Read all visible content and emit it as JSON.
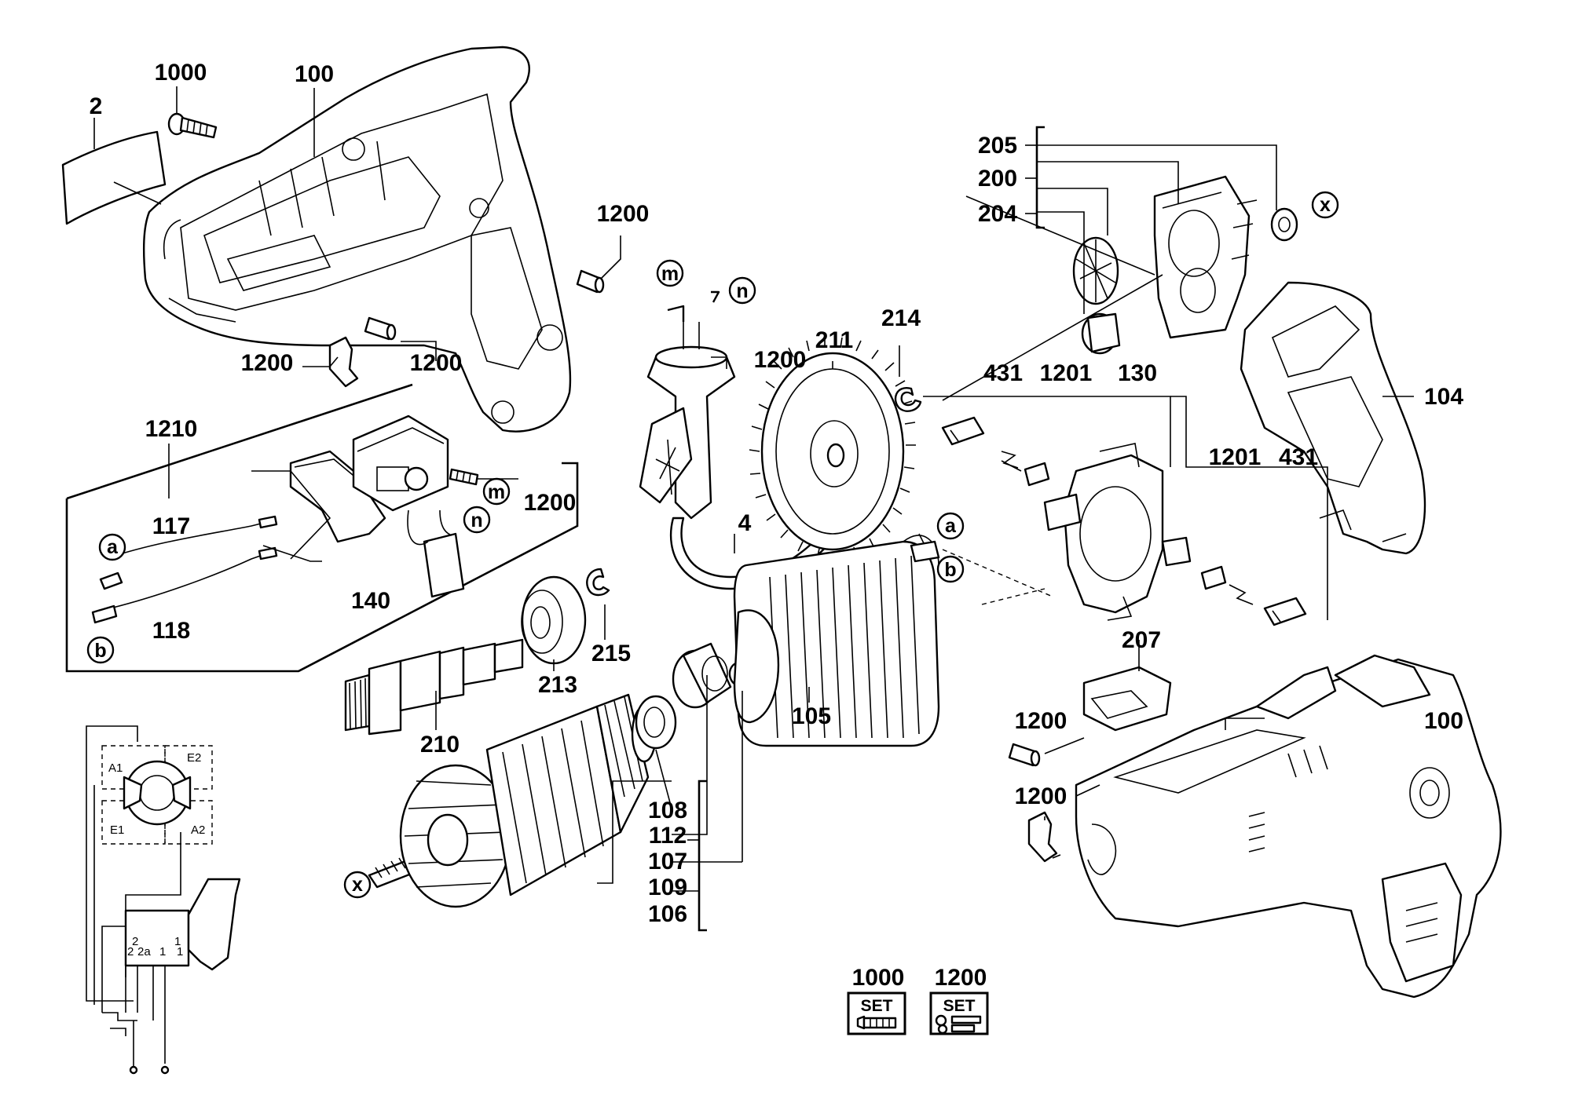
{
  "labels": {
    "l2": "2",
    "l1000a": "1000",
    "l100a": "100",
    "l1200a": "1200",
    "l1200b": "1200",
    "l1200c": "1200",
    "l1210": "1210",
    "l117": "117",
    "l118": "118",
    "l140": "140",
    "l1200d": "1200",
    "l1200e": "1200",
    "l211": "211",
    "l214": "214",
    "l4": "4",
    "l215": "215",
    "l213": "213",
    "l210": "210",
    "l105": "105",
    "l108": "108",
    "l112": "112",
    "l107": "107",
    "l109": "109",
    "l106": "106",
    "l205": "205",
    "l200": "200",
    "l204": "204",
    "l104": "104",
    "l431a": "431",
    "l1201a": "1201",
    "l130": "130",
    "l1201b": "1201",
    "l431b": "431",
    "l207": "207",
    "l100b": "100",
    "l1200f": "1200",
    "l1200g": "1200",
    "l1000b": "1000",
    "l1200h": "1200"
  },
  "callouts": {
    "m1": "m",
    "n1": "n",
    "m2": "m",
    "n2": "n",
    "a1": "a",
    "b1": "b",
    "a2": "a",
    "b2": "b",
    "x1": "x",
    "x2": "x"
  },
  "wiring": {
    "a1": "A1",
    "e2": "E2",
    "e1": "E1",
    "a2": "A2",
    "t2": "2",
    "t2a": "2a",
    "t1": "1",
    "t1b": "1",
    "t2b": "2",
    "t1c": "1"
  },
  "set_badges": {
    "set1": "SET",
    "set2": "SET"
  }
}
